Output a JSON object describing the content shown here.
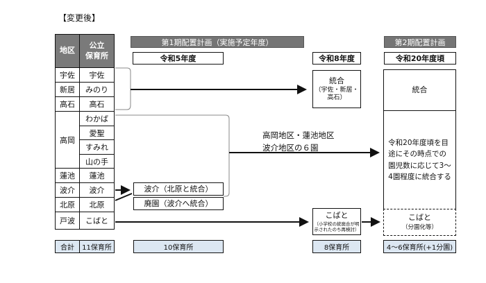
{
  "page_label": "【変更後】",
  "header": {
    "phase1_title": "第1期配置計画（実施予定年度）",
    "phase2_title": "第2期配置計画",
    "col_r5": "令和5年度",
    "col_r8": "令和8年度",
    "col_r20": "令和20年度頃"
  },
  "table": {
    "col_district": "地区",
    "col_nursery": "公立\n保育所",
    "rows": [
      {
        "district": "宇佐",
        "nursery": "宇佐"
      },
      {
        "district": "新居",
        "nursery": "みのり"
      },
      {
        "district": "高石",
        "nursery": "高石"
      },
      {
        "district": "高岡",
        "nurseries": [
          "わかば",
          "愛聖",
          "すみれ",
          "山の手"
        ]
      },
      {
        "district": "蓮池",
        "nursery": "蓮池"
      },
      {
        "district": "波介",
        "nursery": "波介"
      },
      {
        "district": "北原",
        "nursery": "北原"
      },
      {
        "district": "戸波",
        "nursery": "こばと"
      }
    ]
  },
  "r5_boxes": {
    "hasuke": "波介（北原と統合）",
    "kitahara": "廃園（波介へ統合）"
  },
  "r8_boxes": {
    "merge_title": "統合",
    "merge_detail": "（宇佐・新居・\n高石）",
    "kobato_title": "こばと",
    "kobato_note": "（小学校の統廃合が明\n示されたのち再検討）"
  },
  "middle_text": {
    "line1": "高岡地区・蓮池地区",
    "line2": "波介地区の６園"
  },
  "r20_boxes": {
    "merge": "統合",
    "plan": "令和20年度頃を目\n途にその時点での\n園児数に応じて3～\n4園程度に統合する",
    "kobato_title": "こばと",
    "kobato_note": "（分園化等）"
  },
  "totals": {
    "label": "合計",
    "current": "11保育所",
    "r5": "10保育所",
    "r8": "8保育所",
    "r20": "4～6保育所(+1分園)"
  }
}
